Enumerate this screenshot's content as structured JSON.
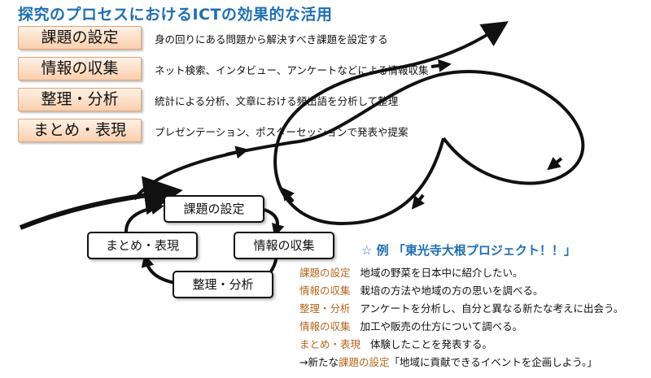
{
  "title": "探究のプロセスにおけるICTの効果的な活用",
  "steps": [
    {
      "label": "課題の設定",
      "desc": "身の回りにある問題から解決すべき課題を設定する"
    },
    {
      "label": "情報の収集",
      "desc": "ネット検索、インタビュー、アンケートなどによる情報収集"
    },
    {
      "label": "整理・分析",
      "desc": "統計による分析、文章における頻出語を分析して整理"
    },
    {
      "label": "まとめ・表現",
      "desc": "プレゼンテーション、ポスターセッションで発表や提案"
    }
  ],
  "cycle": {
    "top": "課題の設定",
    "right": "情報の収集",
    "bottom": "整理・分析",
    "left": "まとめ・表現"
  },
  "example": {
    "heading": "☆ 例 「東光寺大根プロジェクト！！」",
    "rows": [
      {
        "label": "課題の設定",
        "text": "地域の野菜を日本中に紹介したい。"
      },
      {
        "label": "情報の収集",
        "text": "栽培の方法や地域の方の思いを調べる。"
      },
      {
        "label": "整理・分析",
        "text": "アンケートを分析し、自分と異なる新たな考えに出会う。"
      },
      {
        "label": "情報の収集",
        "text": "加工や販売の仕方について調べる。"
      },
      {
        "label": "まとめ・表現",
        "text": "体験したことを発表する。"
      }
    ],
    "last": {
      "prefix": "→新たな",
      "label": "課題の設定",
      "text": "「地域に貢献できるイベントを企画しよう。」"
    }
  },
  "colors": {
    "title": "#1f6fb2",
    "step_label": "#b5651d",
    "box_fill": "#f9cfad",
    "arrow": "#111111"
  }
}
